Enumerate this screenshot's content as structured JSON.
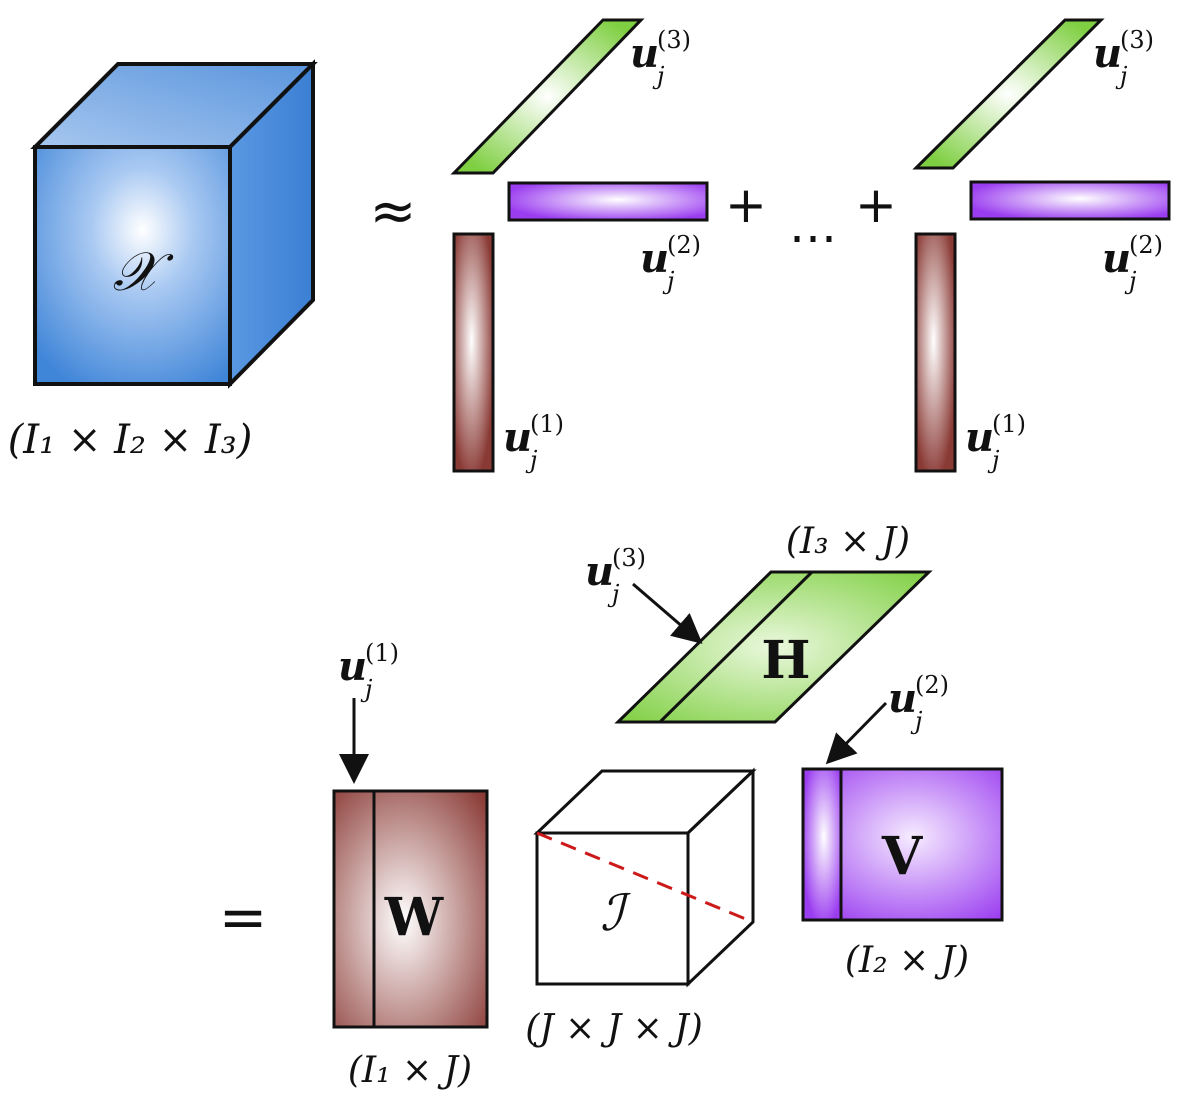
{
  "tensor": {
    "symbol": "𝒳",
    "dims": "(I₁ × I₂ × I₃)"
  },
  "operators": {
    "approx": "≈",
    "plus1": "+",
    "ellipsis": "…",
    "plus2": "+",
    "equals": "="
  },
  "vectors": {
    "u_base": "u",
    "u_sub": "j",
    "mode1": "(1)",
    "mode2": "(2)",
    "mode3": "(3)"
  },
  "matrices": {
    "W": {
      "label": "W",
      "dims": "(I₁ × J)"
    },
    "V": {
      "label": "V",
      "dims": "(I₂ × J)"
    },
    "H": {
      "label": "H",
      "dims": "(I₃ × J)"
    },
    "core": {
      "label": "ℐ",
      "dims": "(J × J × J)"
    }
  },
  "colors": {
    "tensor_blue": "#4f8edc",
    "vector_green": "#7dcf3e",
    "vector_purple": "#9b3cf0",
    "vector_brown": "#8a3a35",
    "core_diagonal": "#cc1a1a"
  }
}
